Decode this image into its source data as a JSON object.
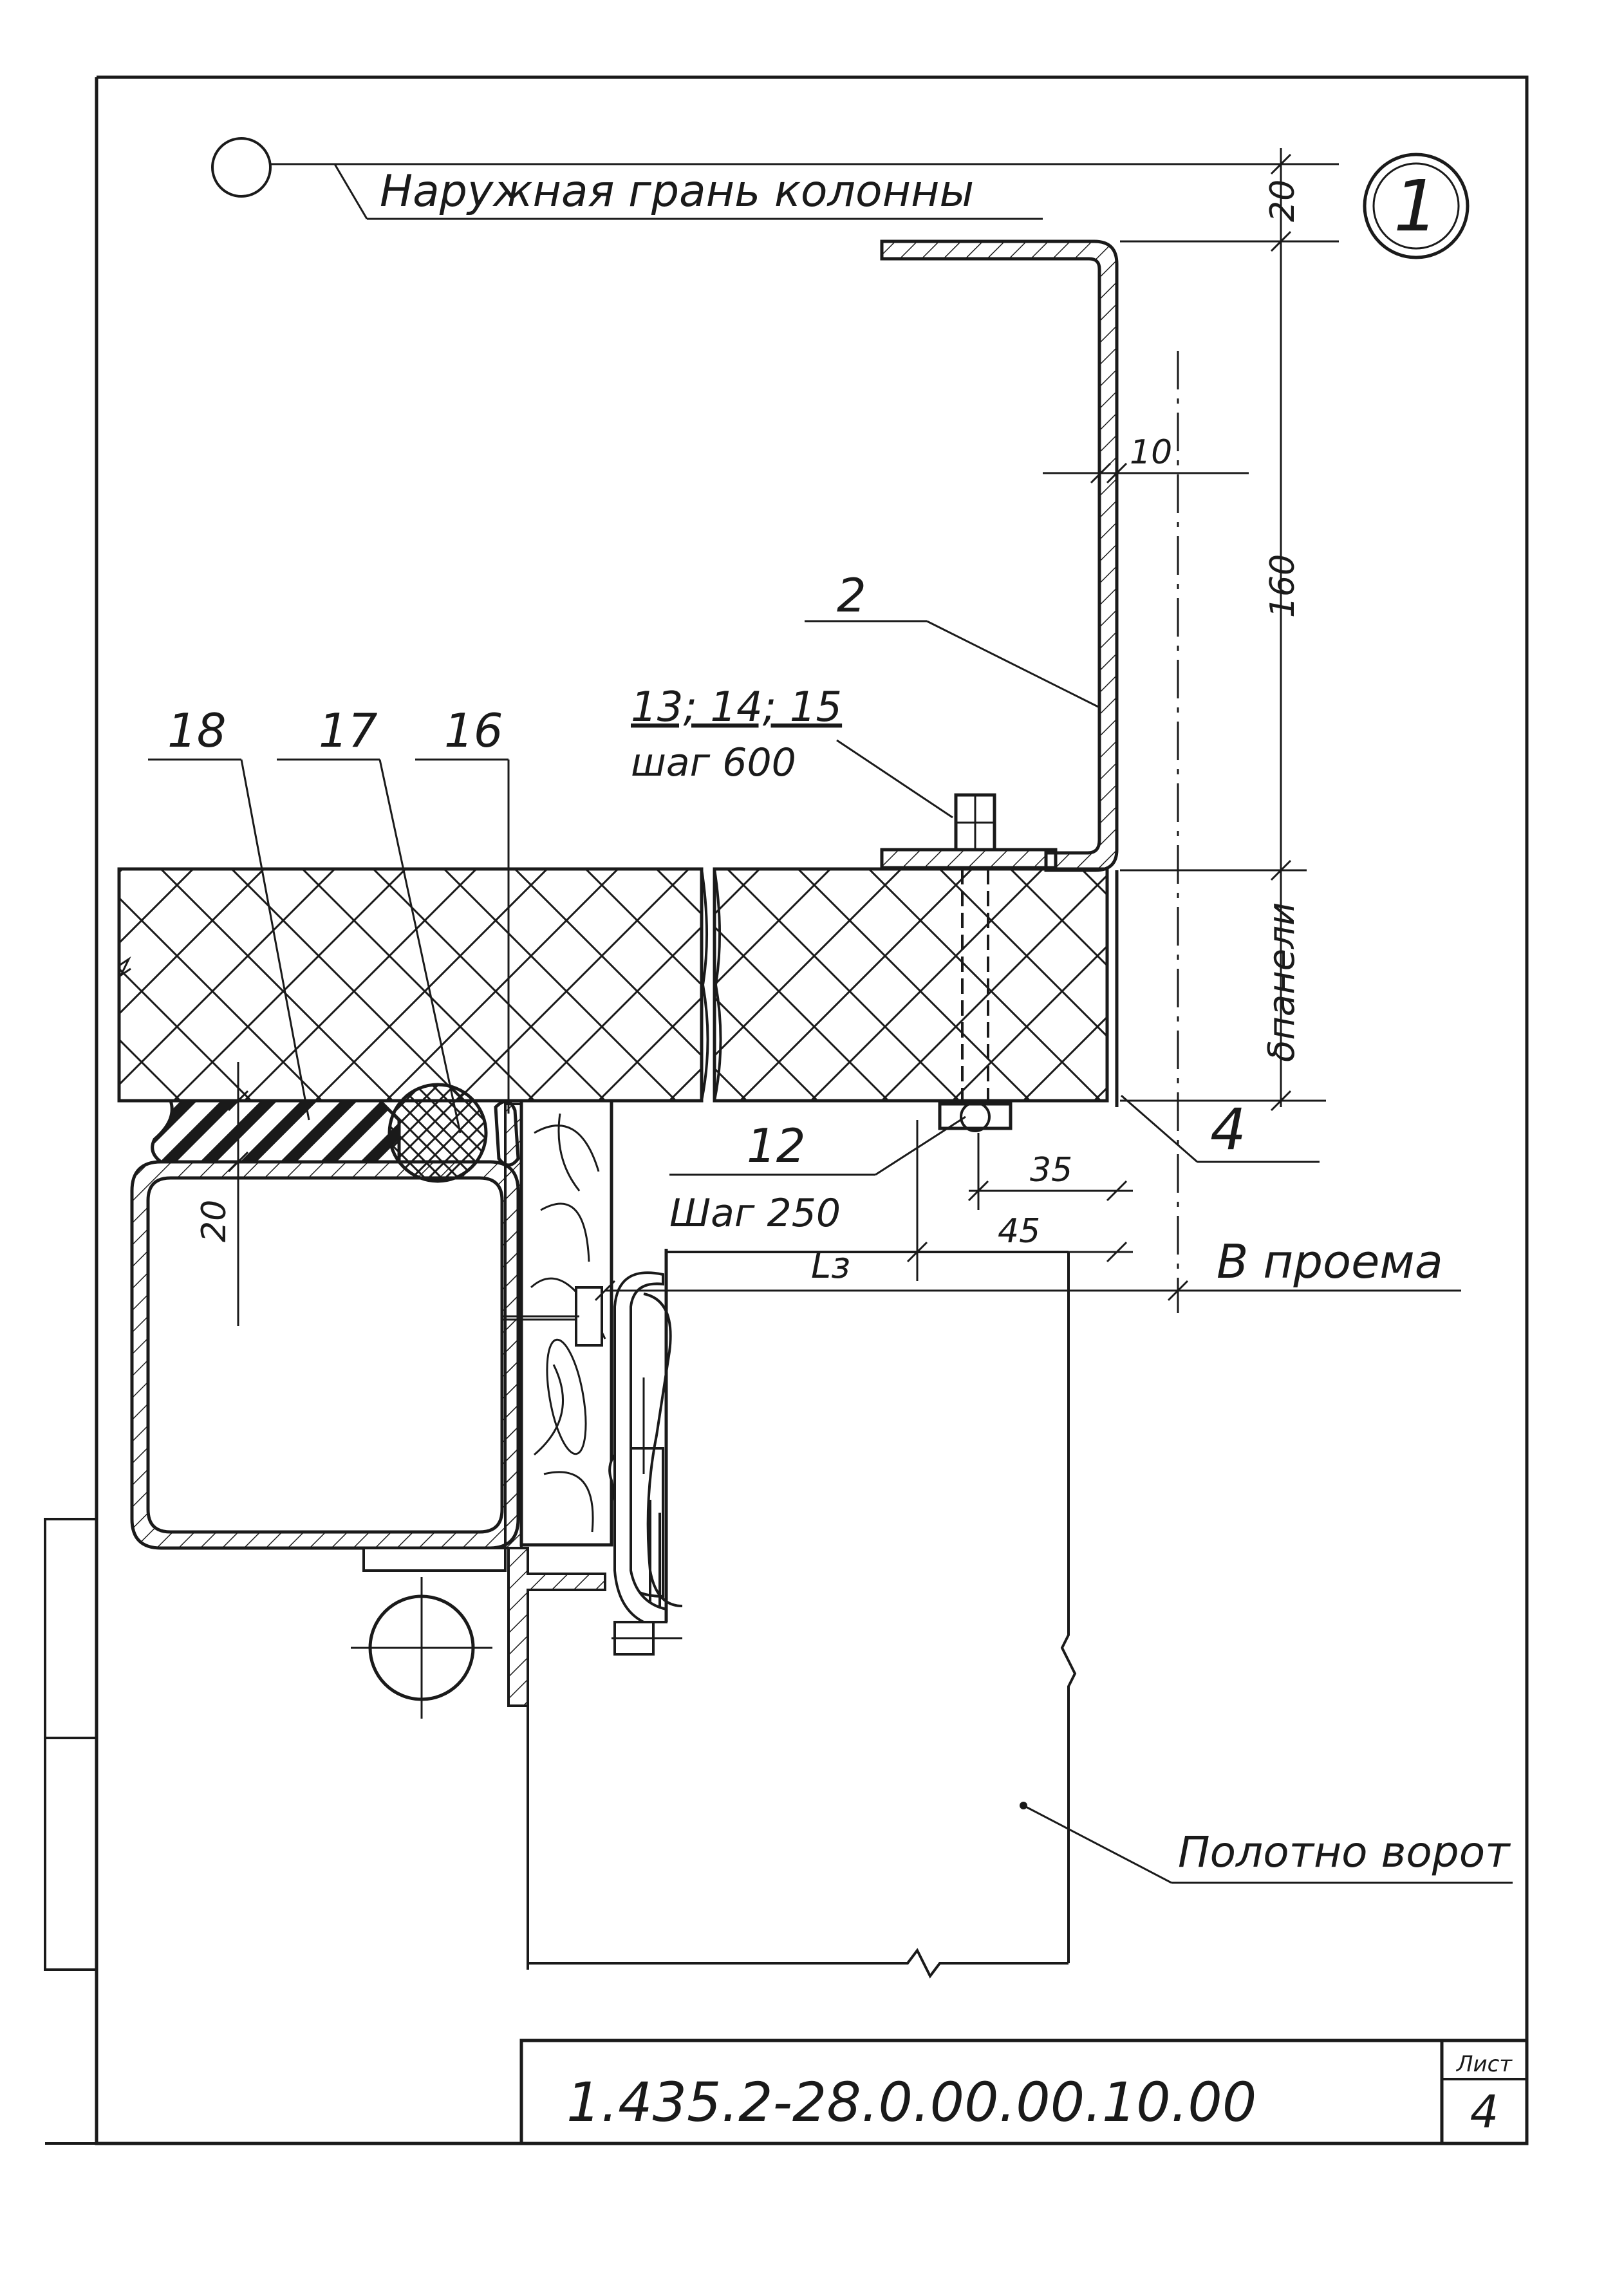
{
  "drawing": {
    "sheet_code": "1.435.2-28.0.00.00.10.00",
    "sheet_label": "Лист",
    "sheet_number": "4",
    "callout": "1",
    "leaders": {
      "column_face": "Наружная грань колонны",
      "gate_leaf": "Полотно ворот",
      "opening": "B проема"
    },
    "positions": {
      "p2": "2",
      "p4": "4",
      "p16": "16",
      "p17": "17",
      "p18": "18",
      "p12": "12",
      "p12_pitch": "Шаг 250",
      "p13": "13; 14; 15",
      "p13_pitch": "шаг 600"
    },
    "dimensions": {
      "d20_top": "20",
      "d10": "10",
      "d160": "160",
      "d_panel": "δпанели",
      "d35": "35",
      "d45": "45",
      "d20_left": "20",
      "lz": "Lз"
    }
  },
  "colors": {
    "ink": "#1a1a1a",
    "paper": "#ffffff"
  }
}
